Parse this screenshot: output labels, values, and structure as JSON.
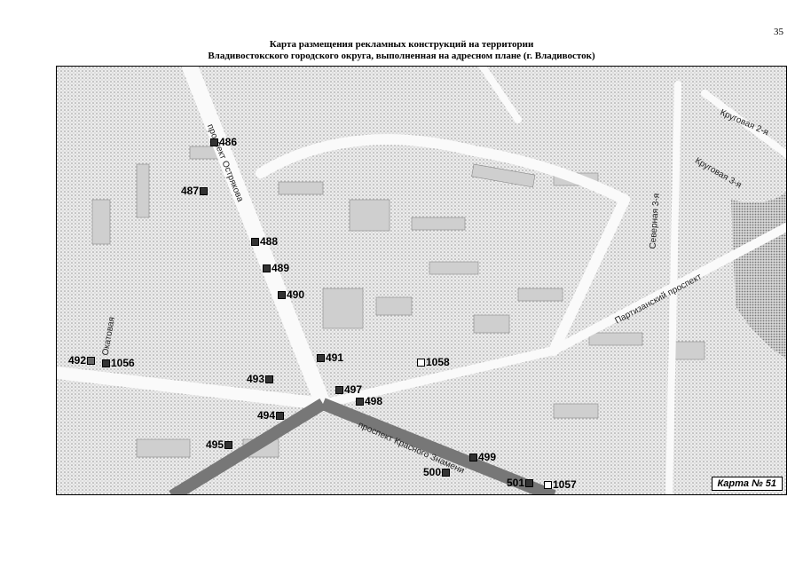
{
  "page_number": "35",
  "title_line1": "Карта размещения рекламных конструкций на территории",
  "title_line2": "Владивостокского городского округа, выполненная на адресном плане (г. Владивосток)",
  "map_id": "Карта № 51",
  "streets": {
    "ostryakova": "проспект Острякова",
    "krasnogo_znameni": "проспект Красного Знамени",
    "partizansky": "Партизанский проспект",
    "severnaya": "Северная 3-я",
    "krugovaya": "Круговая 3-я",
    "krugovaya2": "Круговая 2-я",
    "kirova": "Окатовая"
  },
  "markers": {
    "m486": "486",
    "m487": "487",
    "m488": "488",
    "m489": "489",
    "m490": "490",
    "m491": "491",
    "m492": "492",
    "m1056": "1056",
    "m493": "493",
    "m494": "494",
    "m495": "495",
    "m497": "497",
    "m498": "498",
    "m1058": "1058",
    "m499": "499",
    "m500": "500",
    "m501": "501",
    "m1057": "1057"
  }
}
